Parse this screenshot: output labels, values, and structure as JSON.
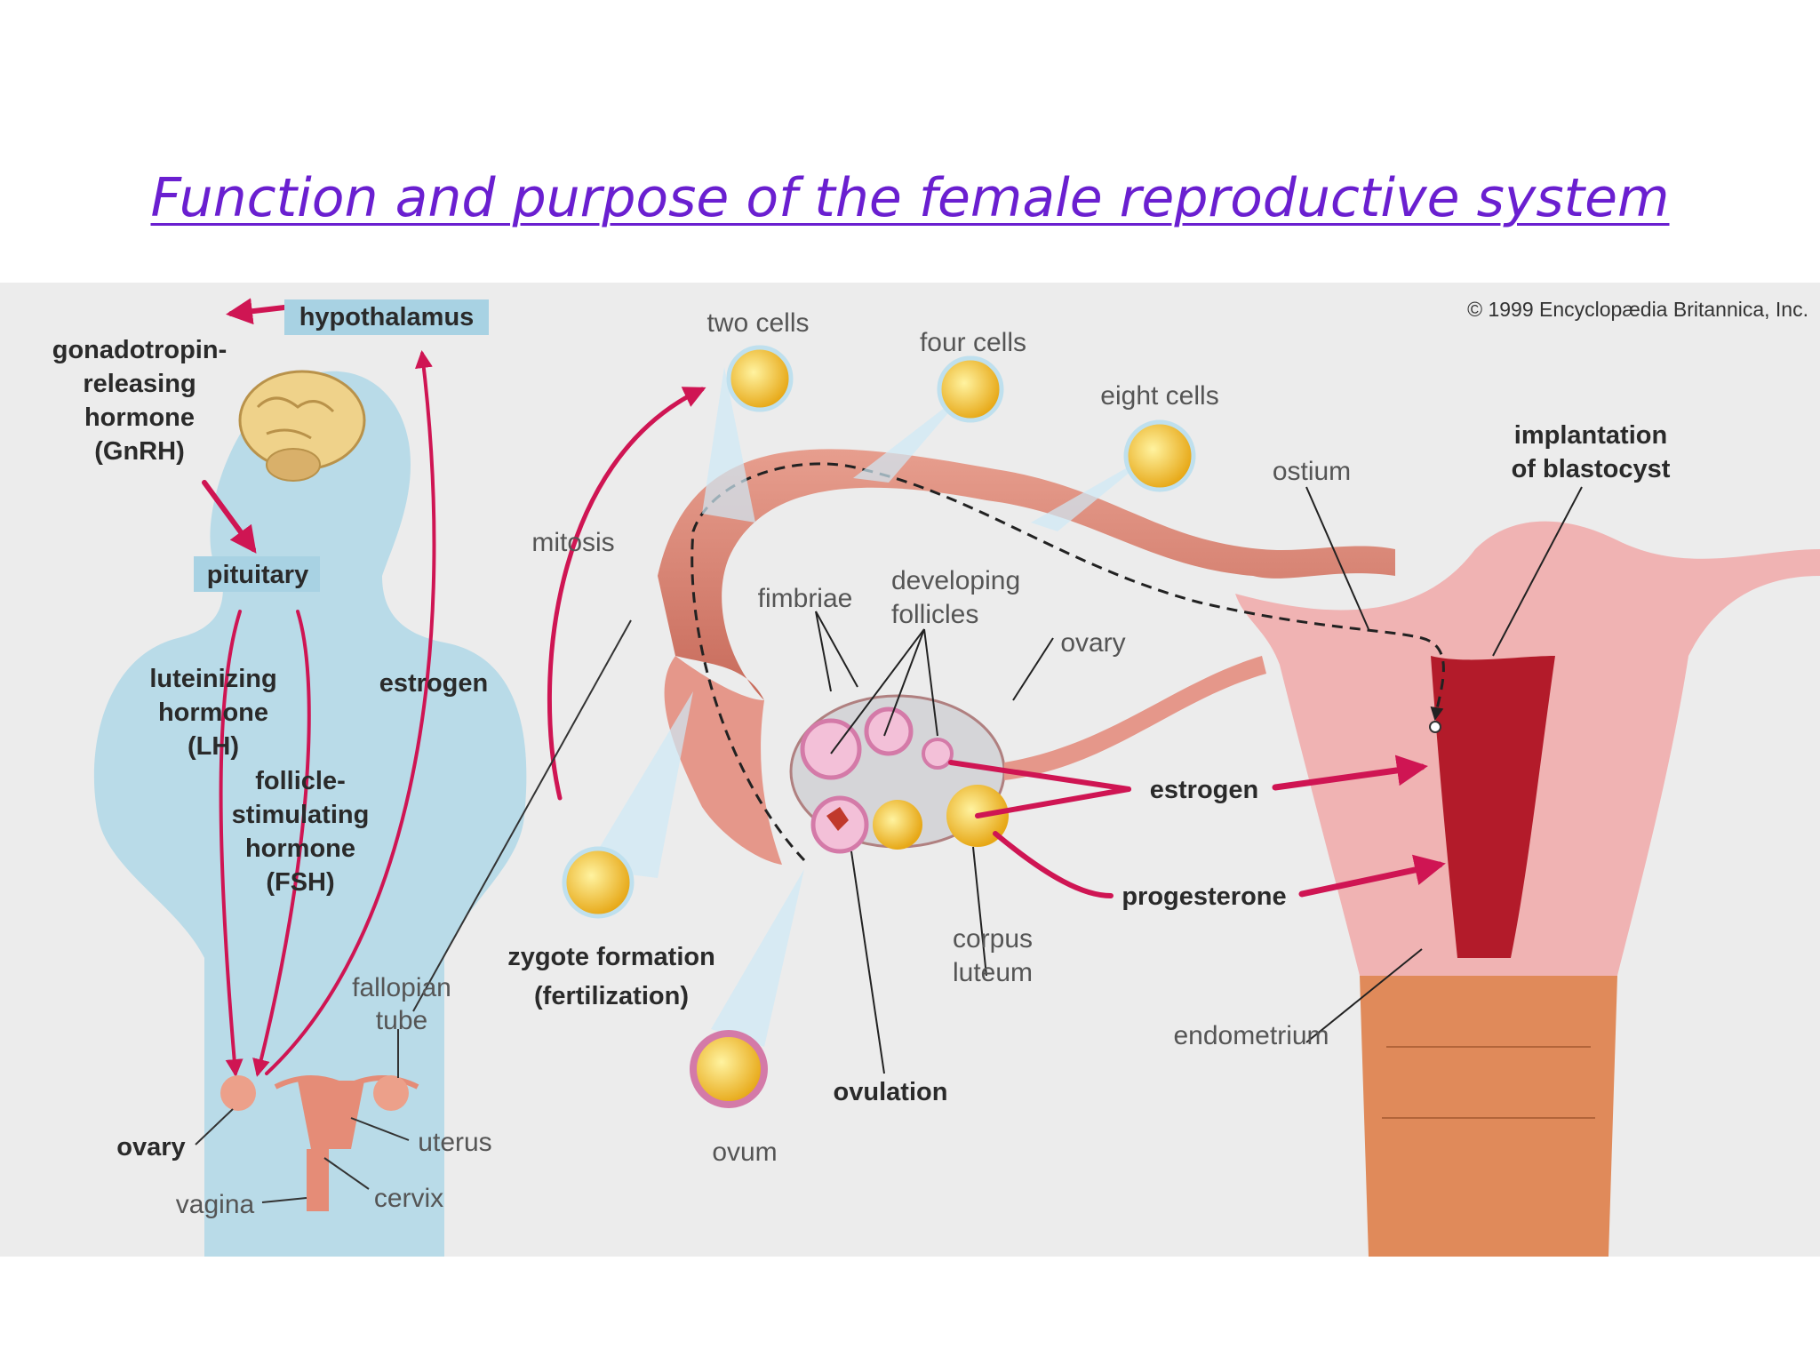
{
  "title": "Function and purpose of the female reproductive system",
  "copyright": "© 1999 Encyclopædia Britannica, Inc.",
  "colors": {
    "title": "#6a1fd0",
    "arrow": "#cf1553",
    "silhouette": "#b9dbe8",
    "uterus": "#f0b3b3",
    "follicle": "#f2c02a"
  },
  "labels": {
    "hypothalamus": "hypothalamus",
    "gnrh": [
      "gonadotropin-",
      "releasing",
      "hormone",
      "(GnRH)"
    ],
    "pituitary": "pituitary",
    "lh": [
      "luteinizing",
      "hormone",
      "(LH)"
    ],
    "fsh": [
      "follicle-",
      "stimulating",
      "hormone",
      "(FSH)"
    ],
    "estrogen_left": "estrogen",
    "fallopian_tube": [
      "fallopian",
      "tube"
    ],
    "ovary_left": "ovary",
    "uterus": "uterus",
    "vagina": "vagina",
    "cervix": "cervix",
    "two_cells": "two cells",
    "four_cells": "four cells",
    "eight_cells": "eight cells",
    "mitosis": "mitosis",
    "fimbriae": "fimbriae",
    "developing_follicles": [
      "developing",
      "follicles"
    ],
    "ovary_right": "ovary",
    "ostium": "ostium",
    "implantation": [
      "implantation",
      "of blastocyst"
    ],
    "estrogen_right": "estrogen",
    "progesterone": "progesterone",
    "zygote": [
      "zygote formation",
      "(fertilization)"
    ],
    "corpus_luteum": [
      "corpus",
      "luteum"
    ],
    "endometrium": "endometrium",
    "ovulation": "ovulation",
    "ovum": "ovum"
  }
}
